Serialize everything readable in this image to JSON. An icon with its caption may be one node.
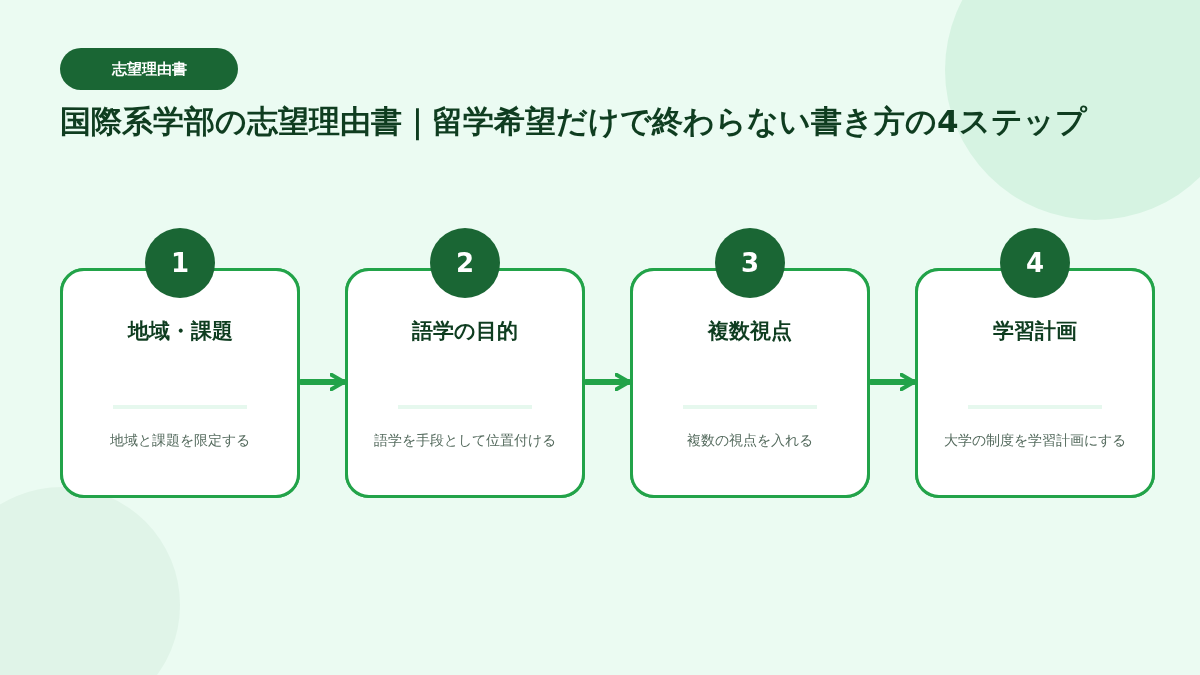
{
  "diagram": {
    "title": "国際系学部の志望理由書｜留学希望だけで終わらない書き方の4ステップ",
    "nodes": [
      {
        "text": [
          "志望理由書"
        ]
      },
      {
        "text": [
          "1",
          "地域・課題",
          "地域と課題を限定する"
        ]
      },
      {
        "text": [
          "2",
          "語学の目的",
          "語学を手段として位置付ける"
        ]
      },
      {
        "text": [
          "3",
          "複数視点",
          "複数の視点を入れる"
        ]
      },
      {
        "text": [
          "4",
          "学習計画",
          "大学の制度を学習計画にする"
        ]
      }
    ],
    "edges": [
      {
        "from": 1,
        "to": 2,
        "arrow": "to"
      },
      {
        "from": 2,
        "to": 3,
        "arrow": "to"
      },
      {
        "from": 3,
        "to": 4,
        "arrow": "to"
      }
    ]
  }
}
